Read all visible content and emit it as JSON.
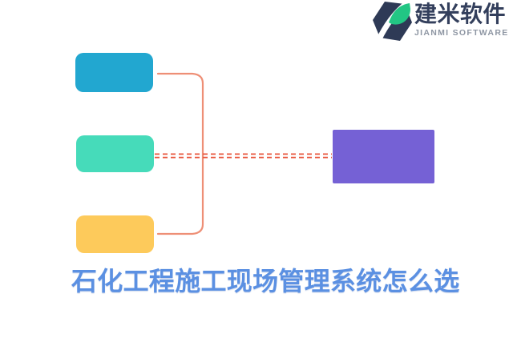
{
  "logo": {
    "name": "建米软件",
    "subtitle": "JIANMI SOFTWARE",
    "colors": {
      "icon_navy": "#2E3A56",
      "icon_green": "#22C684",
      "name_text": "#333F5C",
      "subtitle_text": "#8E96A3"
    }
  },
  "diagram": {
    "source_boxes": [
      {
        "id": "top",
        "color": "#22A7D0"
      },
      {
        "id": "middle",
        "color": "#46DBBA"
      },
      {
        "id": "bottom",
        "color": "#FDCA5B"
      }
    ],
    "target_box": {
      "id": "target",
      "color": "#7561D5"
    },
    "connectors": {
      "bracket_color": "#EE8F76",
      "dashed_color": "#E8563C"
    }
  },
  "title": {
    "text": "石化工程施工现场管理系统怎么选",
    "color": "#5B90E2"
  }
}
